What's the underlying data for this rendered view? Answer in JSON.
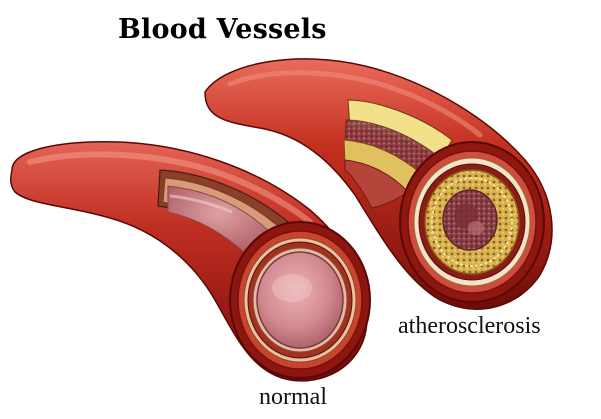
{
  "title": "Blood Vessels",
  "labels": {
    "atherosclerosis": "atherosclerosis",
    "normal": "normal"
  },
  "colors": {
    "vessel_dark": "#7a0f0c",
    "vessel_mid": "#b52b1e",
    "vessel_light": "#e2574a",
    "lumen_pink": "#d98a8f",
    "plaque_yellow": "#d9b44a"
  }
}
